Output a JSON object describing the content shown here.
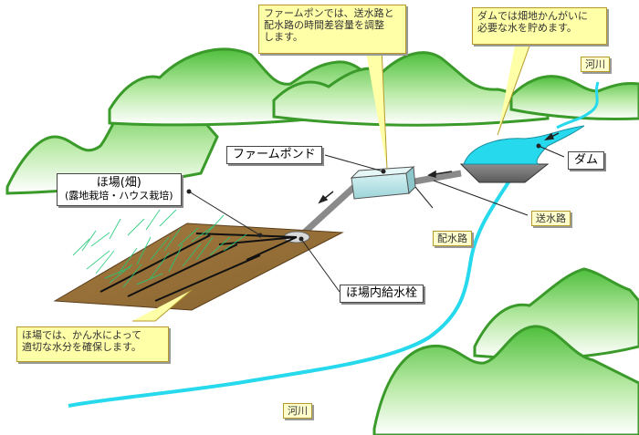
{
  "labels": {
    "pond_note": "ファームポンでは、送水路と\n配水路の時間差容量を調整\nします。",
    "dam_note": "ダムでは畑地かんがいに\n必要な水を貯めます。",
    "field_note": "ほ場では、かん水によって\n適切な水分を確保します。",
    "river_top": "河川",
    "river_bottom": "河川",
    "farm_pond": "ファームポンド",
    "dam": "ダム",
    "field_title": "ほ場(畑)",
    "field_sub": "(露地栽培・ハウス栽培)",
    "supply_canal": "送水路",
    "distribution_canal": "配水路",
    "hydrant": "ほ場内給水栓"
  },
  "colors": {
    "mountain": "#7fd36a",
    "water": "#26d9ec",
    "note_fill": "#ffffa8",
    "pond": "#b8e6e8"
  }
}
